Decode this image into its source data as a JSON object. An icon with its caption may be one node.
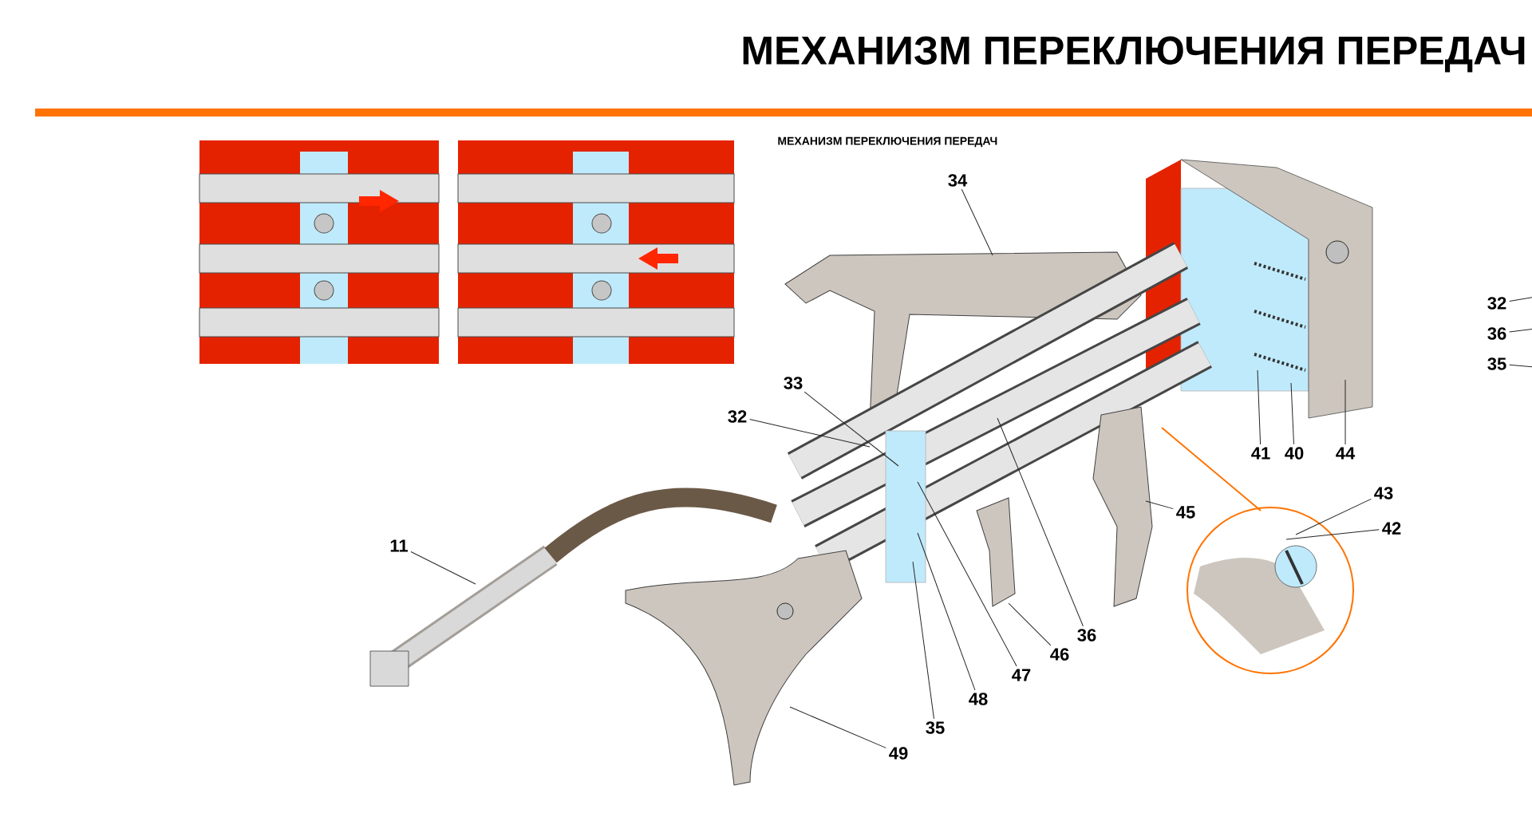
{
  "diagram": {
    "title": "МЕХАНИЗМ ПЕРЕКЛЮЧЕНИЯ ПЕРЕДАЧ",
    "nodes": [
      {
        "text": [
          "34"
        ]
      },
      {
        "text": [
          "32"
        ]
      },
      {
        "text": [
          "36"
        ]
      },
      {
        "text": [
          "35"
        ]
      },
      {
        "text": [
          "33"
        ]
      },
      {
        "text": [
          "32"
        ]
      },
      {
        "text": [
          "41"
        ]
      },
      {
        "text": [
          "40"
        ]
      },
      {
        "text": [
          "44"
        ]
      },
      {
        "text": [
          "43"
        ]
      },
      {
        "text": [
          "11"
        ]
      },
      {
        "text": [
          "45"
        ]
      },
      {
        "text": [
          "42"
        ]
      },
      {
        "text": [
          "36"
        ]
      },
      {
        "text": [
          "46"
        ]
      },
      {
        "text": [
          "47"
        ]
      },
      {
        "text": [
          "48"
        ]
      },
      {
        "text": [
          "35"
        ]
      },
      {
        "text": [
          "49"
        ]
      }
    ],
    "edges": [
      {
        "from": 0,
        "to": null,
        "arrow": "none"
      },
      {
        "from": 1,
        "to": null,
        "arrow": "none"
      },
      {
        "from": 2,
        "to": null,
        "arrow": "none"
      },
      {
        "from": 3,
        "to": null,
        "arrow": "none"
      },
      {
        "from": 4,
        "to": null,
        "arrow": "none"
      },
      {
        "from": 5,
        "to": null,
        "arrow": "none"
      },
      {
        "from": 6,
        "to": null,
        "arrow": "none"
      },
      {
        "from": 7,
        "to": null,
        "arrow": "none"
      },
      {
        "from": 8,
        "to": null,
        "arrow": "none"
      },
      {
        "from": 9,
        "to": null,
        "arrow": "none"
      },
      {
        "from": 10,
        "to": null,
        "arrow": "none"
      },
      {
        "from": 11,
        "to": null,
        "arrow": "none"
      },
      {
        "from": 12,
        "to": null,
        "arrow": "none"
      },
      {
        "from": 13,
        "to": null,
        "arrow": "none"
      },
      {
        "from": 14,
        "to": null,
        "arrow": "none"
      },
      {
        "from": 15,
        "to": null,
        "arrow": "none"
      },
      {
        "from": 16,
        "to": null,
        "arrow": "none"
      },
      {
        "from": 17,
        "to": null,
        "arrow": "none"
      },
      {
        "from": 18,
        "to": null,
        "arrow": "none"
      }
    ],
    "labels": [
      "МЕХАНИЗМ ПЕРЕКЛЮЧЕНИЯ ПЕРЕДАЧ"
    ]
  }
}
